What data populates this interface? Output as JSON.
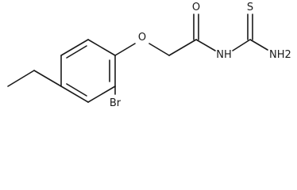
{
  "molecule": {
    "labels": {
      "oxygen_ether": "O",
      "oxygen_carbonyl": "O",
      "sulfur": "S",
      "nitrogen_amide": "NH",
      "nitrogen_amine": "NH2",
      "bromine": "Br"
    },
    "colors": {
      "bond": "#1a1a1a",
      "background": "#ffffff"
    }
  }
}
